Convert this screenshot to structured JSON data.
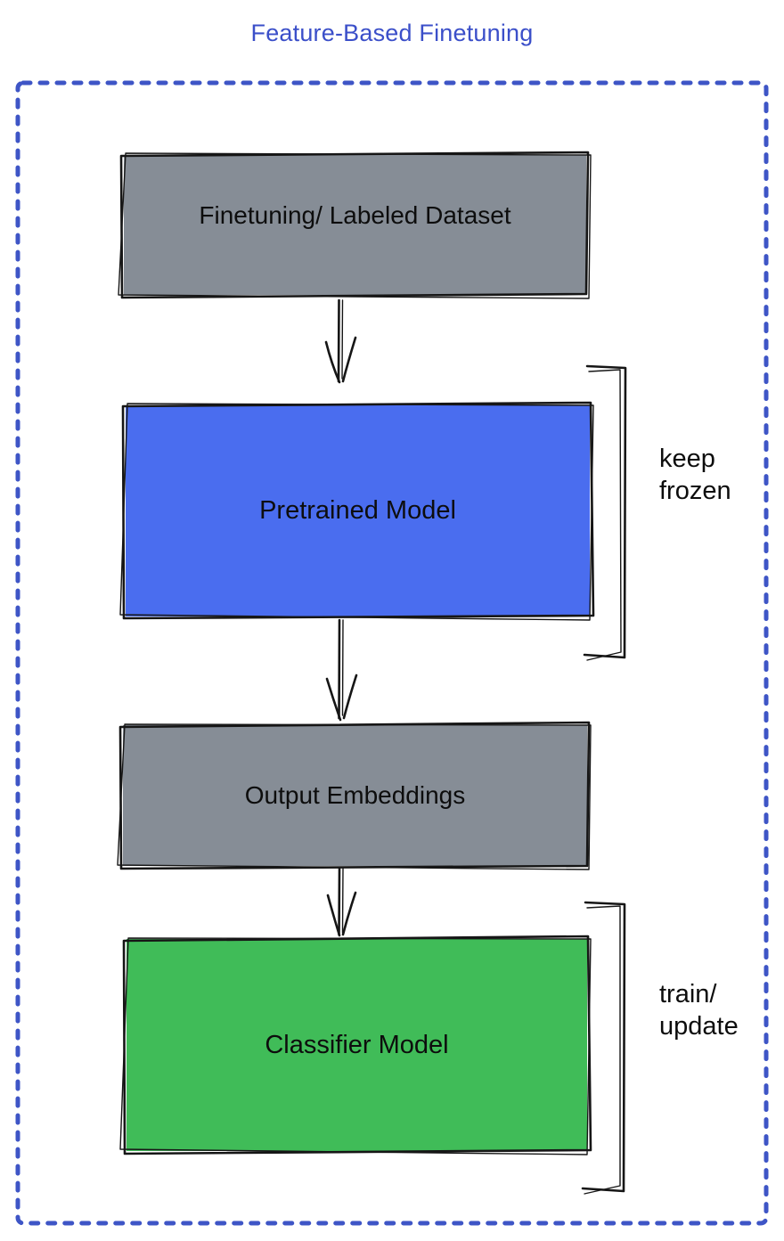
{
  "title": "Feature-Based Finetuning",
  "colors": {
    "title_text": "#3B4FC9",
    "dotted_border": "#3E55C6",
    "box_gray": "#868D96",
    "box_blue": "#4A6DEF",
    "box_green": "#40BC58",
    "sketch_stroke": "#161616",
    "label_text": "#0d0d0d"
  },
  "diagram": {
    "type": "flowchart",
    "nodes": [
      {
        "id": "dataset",
        "label": "Finetuning/ Labeled Dataset",
        "fill": "gray"
      },
      {
        "id": "pretrained",
        "label": "Pretrained Model",
        "fill": "blue"
      },
      {
        "id": "embeddings",
        "label": "Output Embeddings",
        "fill": "gray"
      },
      {
        "id": "classifier",
        "label": "Classifier Model",
        "fill": "green"
      }
    ],
    "edges": [
      {
        "from": "dataset",
        "to": "pretrained"
      },
      {
        "from": "pretrained",
        "to": "embeddings"
      },
      {
        "from": "embeddings",
        "to": "classifier"
      }
    ],
    "annotations": [
      {
        "target": "pretrained",
        "label": "keep\nfrozen"
      },
      {
        "target": "classifier",
        "label": "train/\nupdate"
      }
    ]
  }
}
